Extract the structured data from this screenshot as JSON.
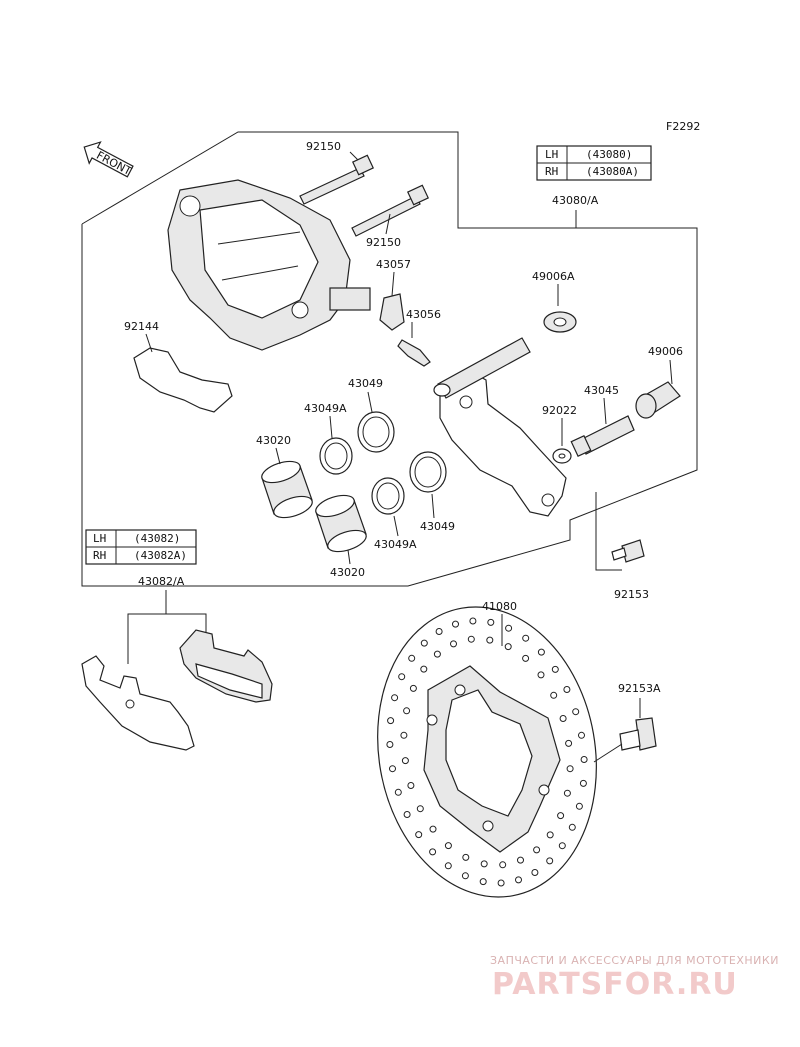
{
  "figure_code": "F2292",
  "front_badge": "FRONT",
  "labels": {
    "p92150_a": "92150",
    "p92150_b": "92150",
    "p43057": "43057",
    "p43056": "43056",
    "p92144": "92144",
    "p43049_a": "43049",
    "p43049A_a": "43049A",
    "p43020_a": "43020",
    "p43049_b": "43049",
    "p43049A_b": "43049A",
    "p43020_b": "43020",
    "p43080A": "43080/A",
    "p49006A": "49006A",
    "p49006": "49006",
    "p43045": "43045",
    "p92022": "92022",
    "p92153": "92153",
    "p43082A": "43082/A",
    "p41080": "41080",
    "p92153A": "92153A"
  },
  "caliper_table": {
    "rows": [
      {
        "side": "LH",
        "part": "(43080)"
      },
      {
        "side": "RH",
        "part": "(43080A)"
      }
    ]
  },
  "pad_table": {
    "rows": [
      {
        "side": "LH",
        "part": "(43082)"
      },
      {
        "side": "RH",
        "part": "(43082A)"
      }
    ]
  },
  "watermark": {
    "tagline": "ЗАПЧАСТИ И АКСЕССУАРЫ ДЛЯ МОТОТЕХНИКИ",
    "brand": "PARTSFOR.RU"
  }
}
